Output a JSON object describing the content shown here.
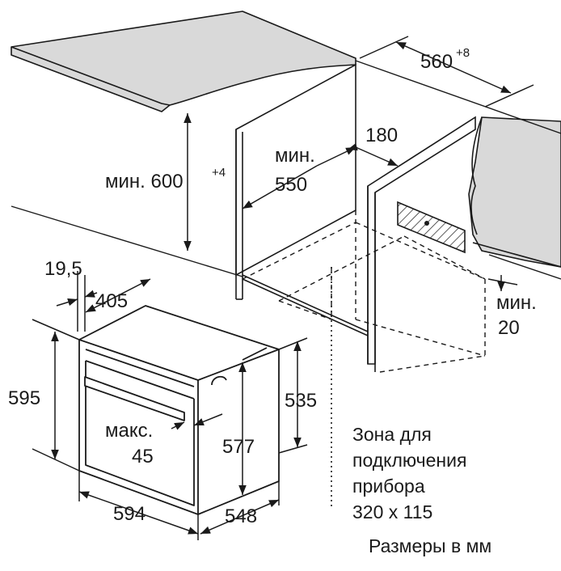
{
  "labels": {
    "niche_width_value": "560",
    "niche_width_tolerance": "+8",
    "cabinet_back_gap": "180",
    "niche_depth_prefix": "мин.",
    "niche_depth_value": "550",
    "niche_height_text": "мин. 600",
    "niche_height_tolerance": "+4",
    "front_offset": "19,5",
    "oven_depth_body": "405",
    "oven_height": "595",
    "niche_depth_inner": "535",
    "handle_prefix": "макс.",
    "handle_value": "45",
    "oven_body_height": "577",
    "oven_width": "594",
    "oven_depth": "548",
    "floor_gap_prefix": "мин.",
    "floor_gap_value": "20"
  },
  "notes": {
    "zone_line1": "Зона для",
    "zone_line2": "подключения",
    "zone_line3": "прибора",
    "zone_line4": "320 x 115",
    "units": "Размеры в мм"
  },
  "colors": {
    "line": "#1a1a1a",
    "countertop_fill": "#d9d9d9",
    "hatch": "#333333"
  }
}
